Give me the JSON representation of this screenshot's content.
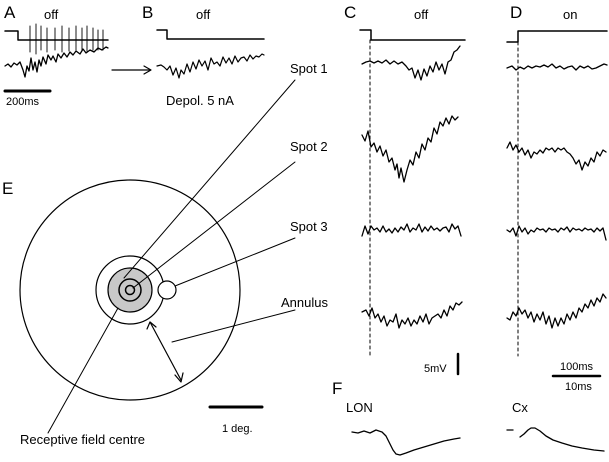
{
  "panels": {
    "A": {
      "letter": "A",
      "state": "off",
      "scale": "200ms"
    },
    "B": {
      "letter": "B",
      "state": "off",
      "caption": "Depol. 5 nA"
    },
    "C": {
      "letter": "C",
      "state": "off",
      "scale_v": "5mV"
    },
    "D": {
      "letter": "D",
      "state": "on",
      "scale_t1": "100ms",
      "scale_t2": "10ms"
    },
    "E": {
      "letter": "E",
      "scale": "1 deg.",
      "rf_label": "Receptive field centre"
    },
    "F": {
      "letter": "F",
      "trace1": "LON",
      "trace2": "Cx"
    }
  },
  "stimuli": [
    "Spot 1",
    "Spot 2",
    "Spot 3",
    "Annulus"
  ]
}
